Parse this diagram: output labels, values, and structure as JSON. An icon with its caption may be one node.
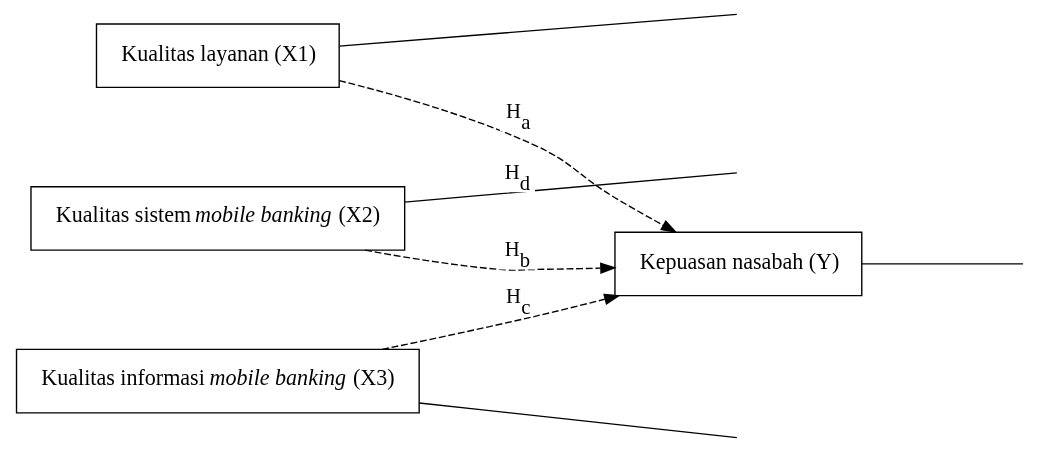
{
  "diagram": {
    "nodes": [
      {
        "text": [
          "Kualitas layanan (X1)"
        ]
      },
      {
        "text": [
          "Kualitas sistem *mobile banking* (X2)"
        ]
      },
      {
        "text": [
          "Kualitas informasi *mobile banking* (X3)"
        ]
      },
      {
        "text": [
          "Kepuasan nasabah (Y)"
        ]
      }
    ],
    "edges": [
      {
        "from": 0,
        "to": 3,
        "arrow": "to",
        "style": "dashed",
        "label": "H$_{a}$"
      },
      {
        "from": 1,
        "to": 3,
        "arrow": "to",
        "style": "dashed",
        "label": "H$_{b}$"
      },
      {
        "from": 2,
        "to": 3,
        "arrow": "to",
        "style": "dashed",
        "label": "H$_{c}$"
      },
      {
        "from": 0,
        "to": null,
        "arrow": "none"
      },
      {
        "from": 1,
        "to": null,
        "arrow": "none",
        "label": "H$_{d}$"
      },
      {
        "from": 2,
        "to": null,
        "arrow": "none"
      },
      {
        "from": 3,
        "to": null,
        "arrow": "none"
      }
    ]
  }
}
